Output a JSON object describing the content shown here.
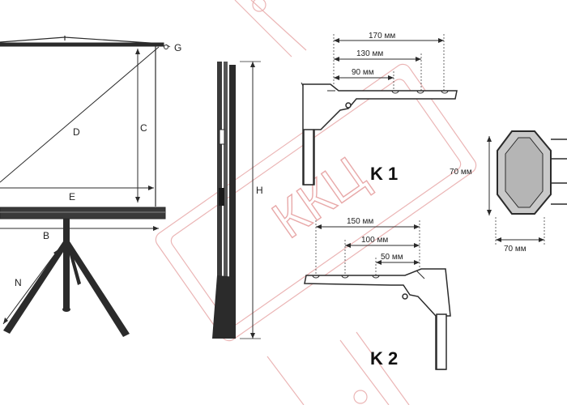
{
  "screen_labels": {
    "g": "G",
    "d": "D",
    "c": "C",
    "e": "E",
    "b": "B",
    "n": "N"
  },
  "stand_labels": {
    "h": "H"
  },
  "k1": {
    "title": "K 1",
    "dims": [
      "170 мм",
      "130 мм",
      "90 мм"
    ]
  },
  "k2": {
    "title": "K 2",
    "dims": [
      "150 мм",
      "100 мм",
      "50 мм"
    ]
  },
  "profile": {
    "height_label": "70 мм",
    "width_label": "70 мм"
  },
  "watermark": {
    "text": "ККЦ"
  },
  "colors": {
    "line": "#2b2b2b",
    "watermark": "#e6a3a3",
    "profile_fill": "#c9c9c9"
  }
}
